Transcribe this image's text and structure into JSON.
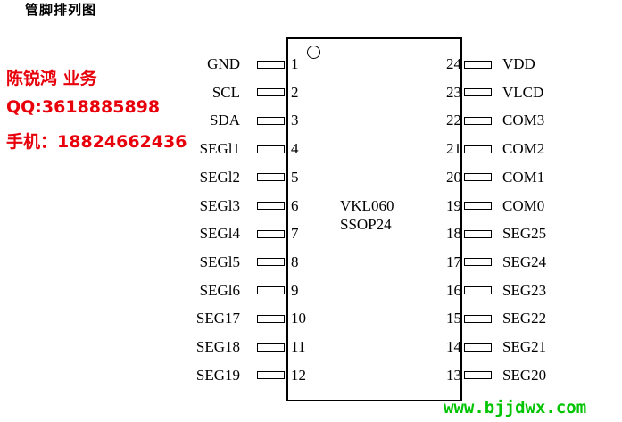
{
  "title": "管脚排列图",
  "contact": {
    "name": "陈锐鸿 业务",
    "qq": "QQ:3618885898",
    "phone": "手机：18824662436"
  },
  "chip": {
    "model": "VKL060",
    "package": "SSOP24"
  },
  "pins_left": [
    {
      "num": "1",
      "name": "GND"
    },
    {
      "num": "2",
      "name": "SCL"
    },
    {
      "num": "3",
      "name": "SDA"
    },
    {
      "num": "4",
      "name": "SEGl1"
    },
    {
      "num": "5",
      "name": "SEGl2"
    },
    {
      "num": "6",
      "name": "SEGl3"
    },
    {
      "num": "7",
      "name": "SEGl4"
    },
    {
      "num": "8",
      "name": "SEGl5"
    },
    {
      "num": "9",
      "name": "SEGl6"
    },
    {
      "num": "10",
      "name": "SEG17"
    },
    {
      "num": "11",
      "name": "SEG18"
    },
    {
      "num": "12",
      "name": "SEG19"
    }
  ],
  "pins_right": [
    {
      "num": "24",
      "name": "VDD"
    },
    {
      "num": "23",
      "name": "VLCD"
    },
    {
      "num": "22",
      "name": "COM3"
    },
    {
      "num": "21",
      "name": "COM2"
    },
    {
      "num": "20",
      "name": "COM1"
    },
    {
      "num": "19",
      "name": "COM0"
    },
    {
      "num": "18",
      "name": "SEG25"
    },
    {
      "num": "17",
      "name": "SEG24"
    },
    {
      "num": "16",
      "name": "SEG23"
    },
    {
      "num": "15",
      "name": "SEG22"
    },
    {
      "num": "14",
      "name": "SEG21"
    },
    {
      "num": "13",
      "name": "SEG20"
    }
  ],
  "website": "www.bjjdwx.com"
}
